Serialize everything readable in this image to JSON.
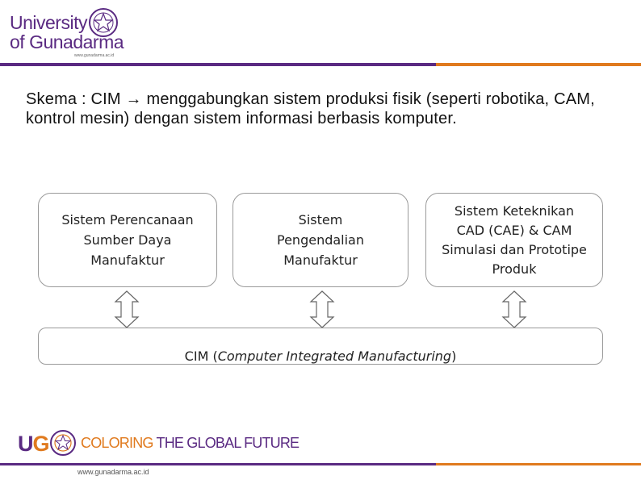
{
  "header": {
    "logo_line1": "University",
    "logo_line2": "of Gunadarma",
    "logo_url": "www.gunadarma.ac.id"
  },
  "title": "Skema : CIM → menggabungkan sistem produksi fisik (seperti robotika, CAM, kontrol mesin) dengan sistem informasi berbasis komputer.",
  "diagram": {
    "boxes": [
      {
        "label": "Sistem Perencanaan\nSumber Daya\nManufaktur"
      },
      {
        "label": "Sistem\nPengendalian\nManufaktur"
      },
      {
        "label": "Sistem Keteknikan\nCAD (CAE) & CAM\nSimulasi dan Prototipe\nProduk"
      }
    ],
    "cim_prefix": "CIM (",
    "cim_italic": "Computer Integrated Manufacturing",
    "cim_suffix": ")"
  },
  "footer": {
    "ug_u": "U",
    "ug_g": "G",
    "tagline_colored": "COLORING",
    "tagline_rest": " THE GLOBAL FUTURE",
    "url": "www.gunadarma.ac.id"
  },
  "colors": {
    "brand_purple": "#5a2a82",
    "brand_orange": "#e07a1e"
  }
}
